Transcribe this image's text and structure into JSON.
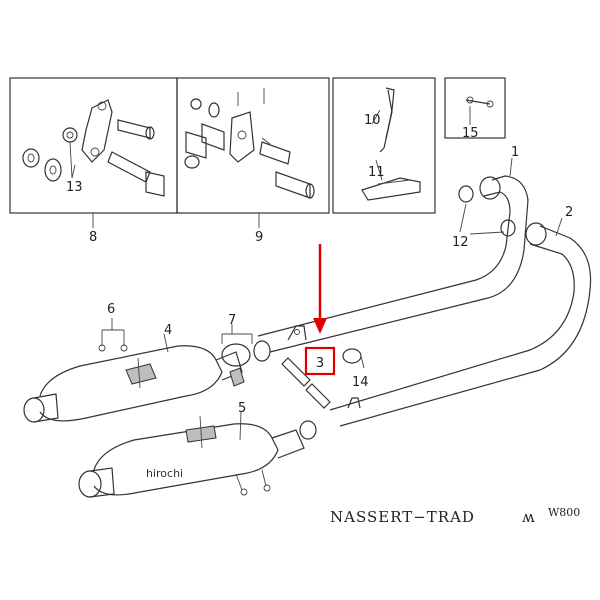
{
  "title": "NASSERT−TRAD",
  "title_mark": "ʍ",
  "model": "W800",
  "watermark": "hirochi",
  "accent_color": "#e00000",
  "highlighted_part": "3",
  "parts": {
    "p1": "1",
    "p2": "2",
    "p3": "3",
    "p4": "4",
    "p5": "5",
    "p6": "6",
    "p7": "7",
    "p8": "8",
    "p9": "9",
    "p10": "10",
    "p11": "11",
    "p12": "12",
    "p13": "13",
    "p14": "14",
    "p15": "15"
  }
}
